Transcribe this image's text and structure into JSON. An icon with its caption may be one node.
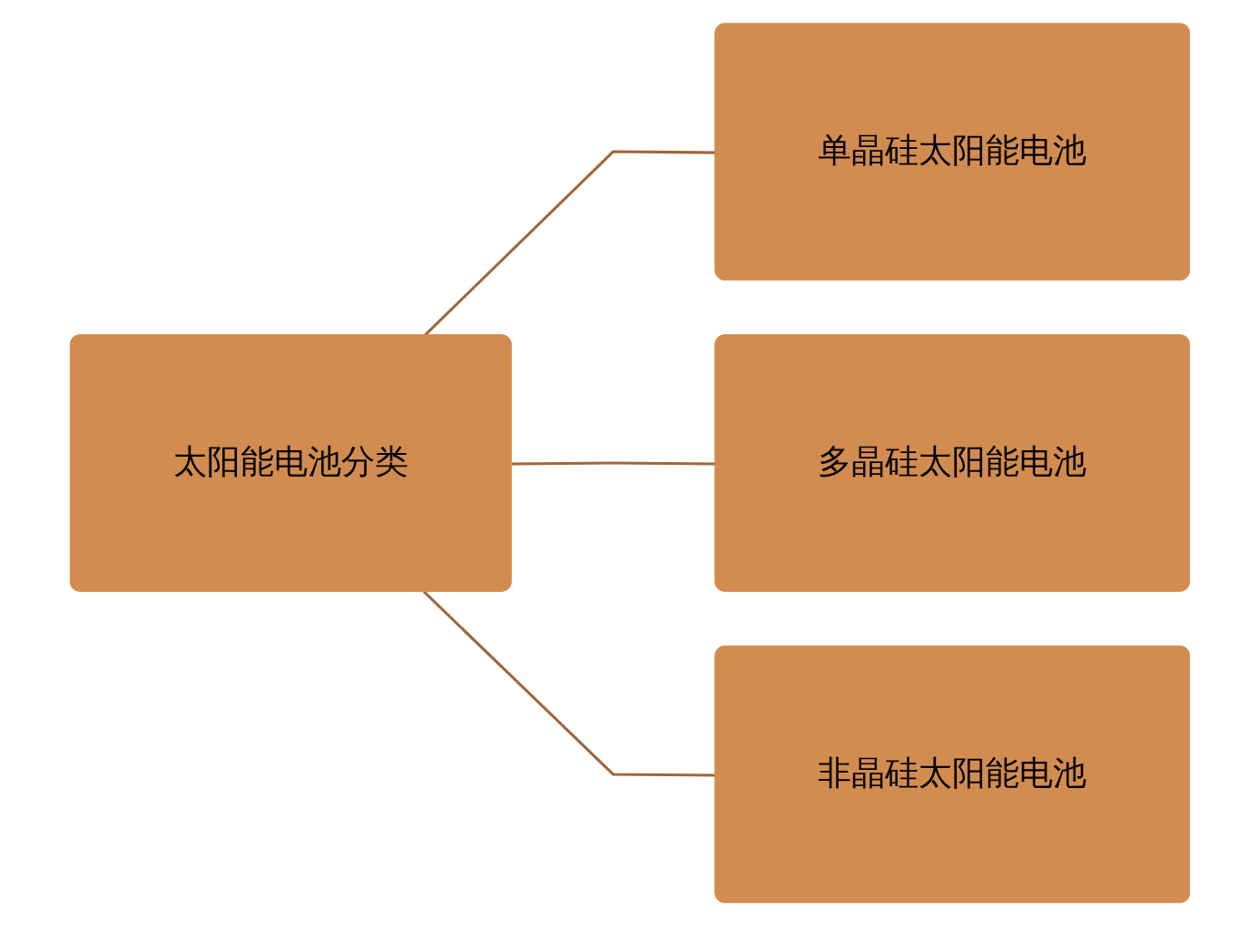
{
  "diagram": {
    "nodes": [
      {
        "text": [
          "太阳能电池分类"
        ]
      },
      {
        "text": [
          "单晶硅太阳能电池"
        ]
      },
      {
        "text": [
          "多晶硅太阳能电池"
        ]
      },
      {
        "text": [
          "非晶硅太阳能电池"
        ]
      }
    ],
    "edges": [
      {
        "from": 0,
        "to": 1,
        "arrow": "none"
      },
      {
        "from": 0,
        "to": 2,
        "arrow": "none"
      },
      {
        "from": 0,
        "to": 3,
        "arrow": "none"
      }
    ]
  }
}
